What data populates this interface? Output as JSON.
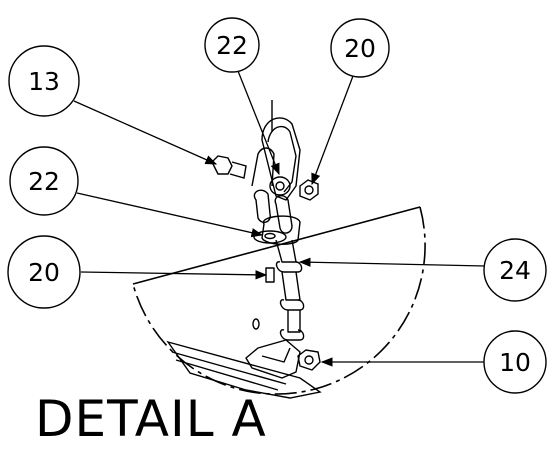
{
  "detail_title": "DETAIL A",
  "balloons": {
    "b22_top": "22",
    "b20_top": "20",
    "b13": "13",
    "b22_left": "22",
    "b20_left": "20",
    "b24": "24",
    "b10": "10"
  }
}
